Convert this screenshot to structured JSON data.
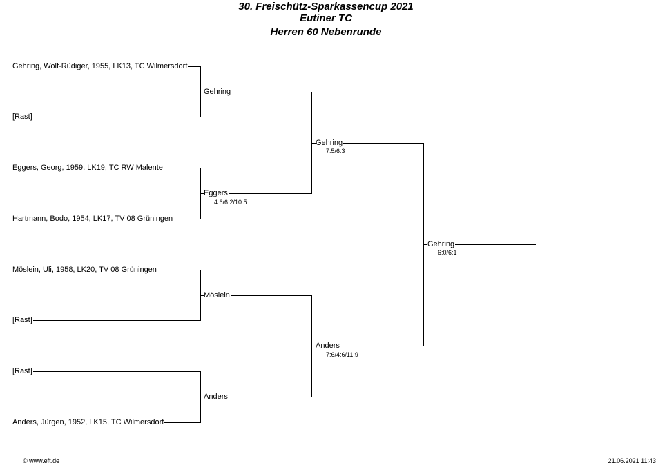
{
  "header": {
    "title": "30. Freischütz-Sparkassencup 2021",
    "club": "Eutiner TC",
    "category": "Herren 60 Nebenrunde"
  },
  "round1": [
    "Gehring, Wolf-Rüdiger, 1955, LK13, TC Wilmersdorf",
    "[Rast]",
    "Eggers, Georg, 1959, LK19, TC RW Malente",
    "Hartmann, Bodo, 1954, LK17, TV 08 Grüningen",
    "Möslein, Uli, 1958, LK20, TV 08 Grüningen",
    "[Rast]",
    "[Rast]",
    "Anders, Jürgen, 1952, LK15, TC Wilmersdorf"
  ],
  "round2": [
    {
      "name": "Gehring",
      "score": ""
    },
    {
      "name": "Eggers",
      "score": "4:6/6:2/10:5"
    },
    {
      "name": "Möslein",
      "score": ""
    },
    {
      "name": "Anders",
      "score": ""
    }
  ],
  "round3": [
    {
      "name": "Gehring",
      "score": "7:5/6:3"
    },
    {
      "name": "Anders",
      "score": "7:6/4:6/11:9"
    }
  ],
  "final": {
    "name": "Gehring",
    "score": "6:0/6:1"
  },
  "footer": {
    "copyright": "© www.eft.de",
    "timestamp": "21.06.2021 11:43"
  }
}
